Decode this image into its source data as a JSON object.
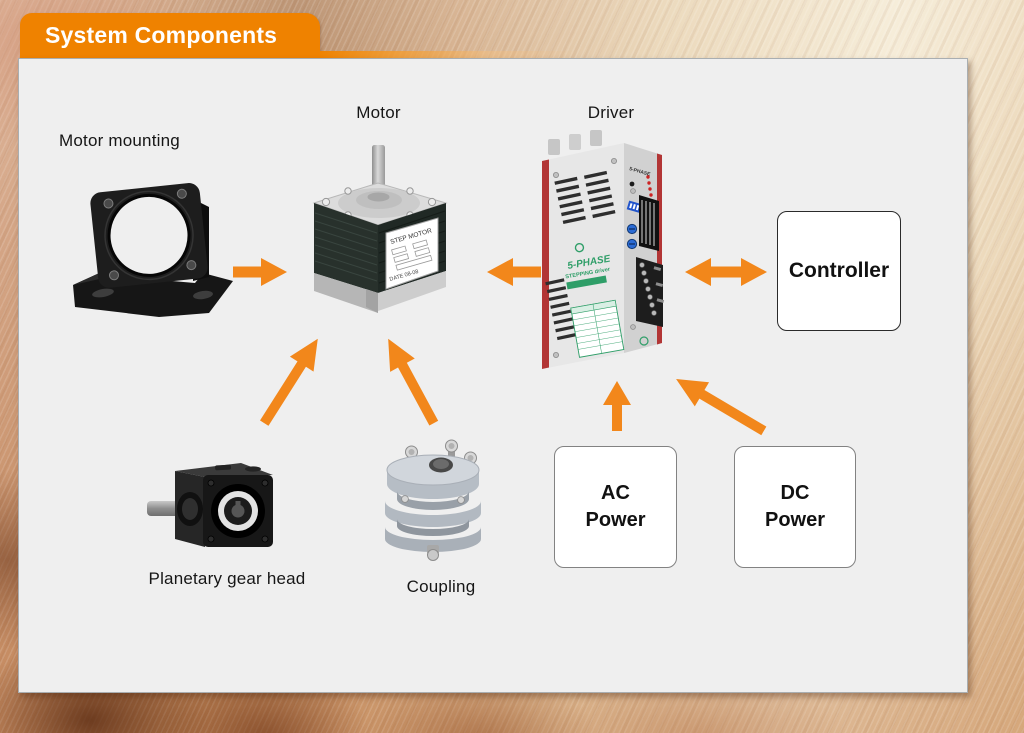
{
  "header": {
    "title": "System Components"
  },
  "colors": {
    "accent_orange": "#EF8200",
    "arrow_orange": "#F2871B",
    "panel_bg": "#EFEFEF",
    "driver_stripe_red": "#B23535",
    "driver_text_green": "#2F9E68"
  },
  "components": {
    "motor_mounting": {
      "label": "Motor mounting"
    },
    "motor": {
      "label": "Motor",
      "plate_title": "STEP MOTOR",
      "plate_date": "DATE 08-08"
    },
    "driver": {
      "label": "Driver",
      "corner_badge": "5-PHASE",
      "series_title": "5-PHASE",
      "series_subtitle": "STEPPING driver"
    },
    "controller": {
      "label": "Controller"
    },
    "planetary_gear_head": {
      "label": "Planetary gear head"
    },
    "coupling": {
      "label": "Coupling"
    },
    "ac_power": {
      "line1": "AC",
      "line2": "Power"
    },
    "dc_power": {
      "line1": "DC",
      "line2": "Power"
    }
  }
}
